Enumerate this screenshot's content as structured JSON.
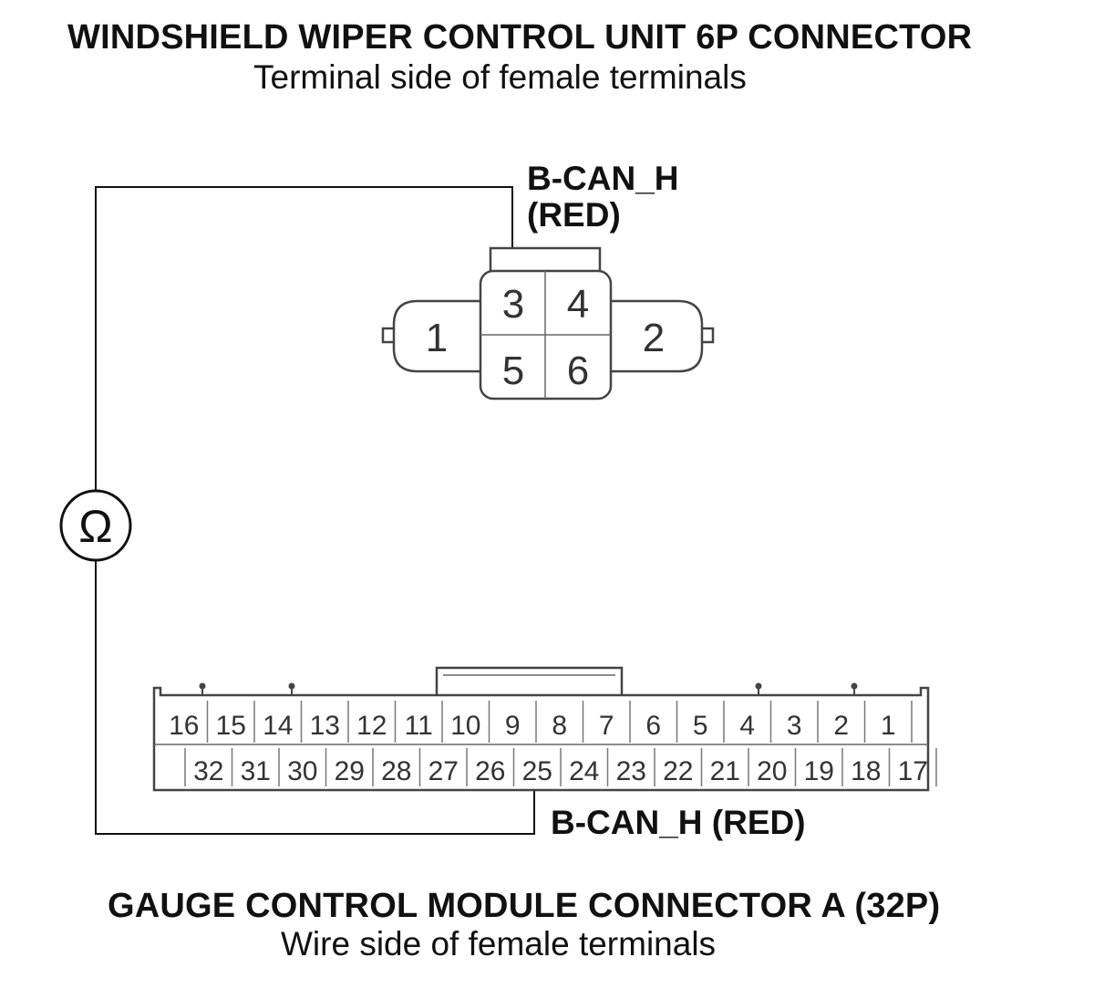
{
  "top_connector": {
    "title": "WINDSHIELD WIPER CONTROL UNIT 6P CONNECTOR",
    "subtitle": "Terminal side of female terminals",
    "wire_label_line1": "B-CAN_H",
    "wire_label_line2": "(RED)",
    "terminals": [
      "1",
      "2",
      "3",
      "4",
      "5",
      "6"
    ]
  },
  "meter": {
    "symbol": "Ω",
    "icon": "ohmmeter-icon"
  },
  "bottom_connector": {
    "title": "GAUGE CONTROL MODULE CONNECTOR A (32P)",
    "subtitle": "Wire side of female terminals",
    "wire_label": "B-CAN_H (RED)",
    "top_row": [
      "16",
      "15",
      "14",
      "13",
      "12",
      "11",
      "10",
      "9",
      "8",
      "7",
      "6",
      "5",
      "4",
      "3",
      "2",
      "1"
    ],
    "bottom_row": [
      "32",
      "31",
      "30",
      "29",
      "28",
      "27",
      "26",
      "25",
      "24",
      "23",
      "22",
      "21",
      "20",
      "19",
      "18",
      "17"
    ]
  }
}
